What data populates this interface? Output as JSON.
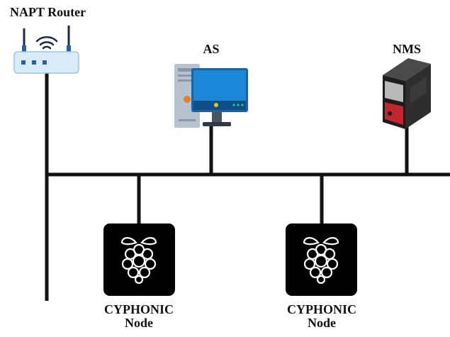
{
  "labels": {
    "router": "NAPT Router",
    "as": "AS",
    "nms": "NMS",
    "node1": {
      "line1": "CYPHONIC",
      "line2": "Node"
    },
    "node2": {
      "line1": "CYPHONIC",
      "line2": "Node"
    }
  },
  "icons": {
    "router": "wifi-router-icon",
    "as": "desktop-computer-icon",
    "nms": "server-tower-icon",
    "node1": "raspberry-pi-icon",
    "node2": "raspberry-pi-icon"
  },
  "colors": {
    "line": "#111111",
    "router_body": "#d8ecfa",
    "router_leds": "#2a5fa8",
    "monitor": "#1e88d8",
    "tower": "#b6c3cf",
    "server": "#2a2a2a",
    "server_accent": "#c0262b",
    "node_bg": "#000000"
  }
}
